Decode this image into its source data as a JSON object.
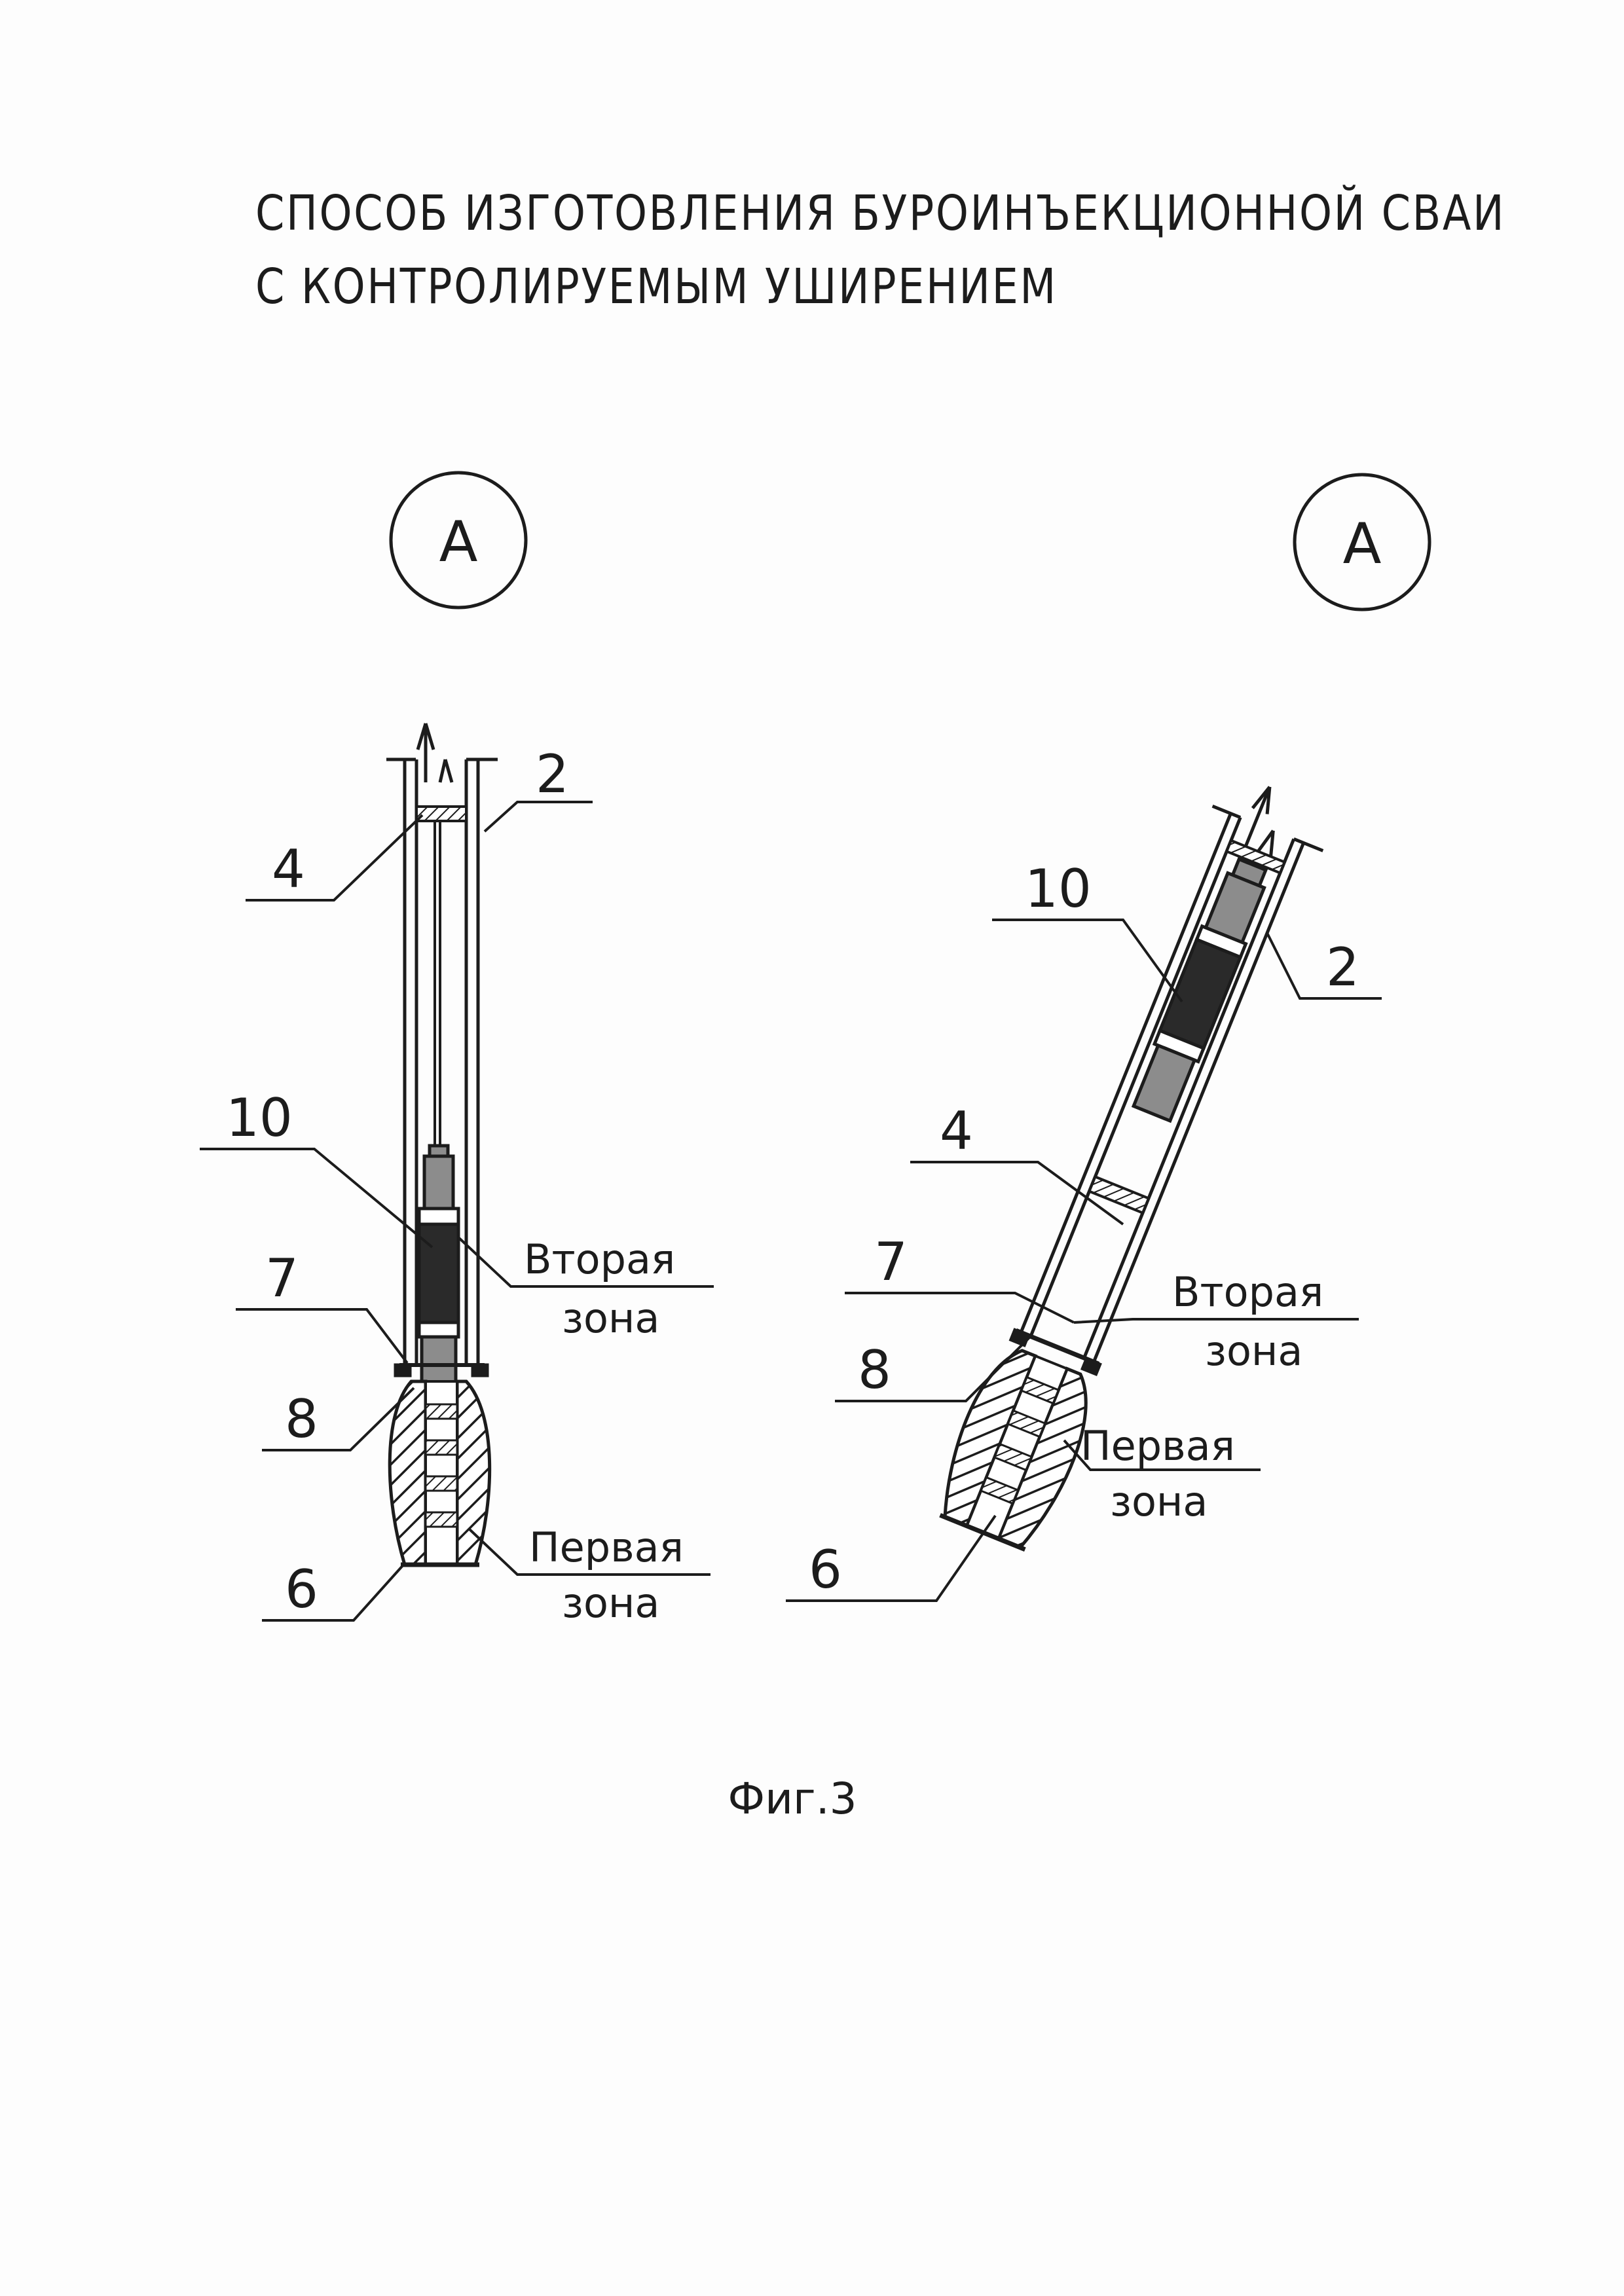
{
  "title": {
    "line1": "СПОСОБ ИЗГОТОВЛЕНИЯ БУРОИНЪЕКЦИОННОЙ СВАИ",
    "line2": "С КОНТРОЛИРУЕМЫМ УШИРЕНИЕМ"
  },
  "views": [
    {
      "id": "left",
      "marker": "A",
      "labels": {
        "p2": "2",
        "p4": "4",
        "p10": "10",
        "p7": "7",
        "p8": "8",
        "p6": "6"
      },
      "zones": {
        "second_l1": "Вторая",
        "second_l2": "зона",
        "first_l1": "Первая",
        "first_l2": "зона"
      }
    },
    {
      "id": "right",
      "marker": "A",
      "labels": {
        "p10": "10",
        "p2": "2",
        "p4": "4",
        "p7": "7",
        "p8": "8",
        "p6": "6"
      },
      "zones": {
        "second_l1": "Вторая",
        "second_l2": "зона",
        "first_l1": "Первая",
        "first_l2": "зона"
      }
    }
  ],
  "caption": "Фиг.3",
  "colors": {
    "ink": "#1c1c1c",
    "fill_dark": "#2a2a2a",
    "fill_grey": "#8c8c8c"
  }
}
